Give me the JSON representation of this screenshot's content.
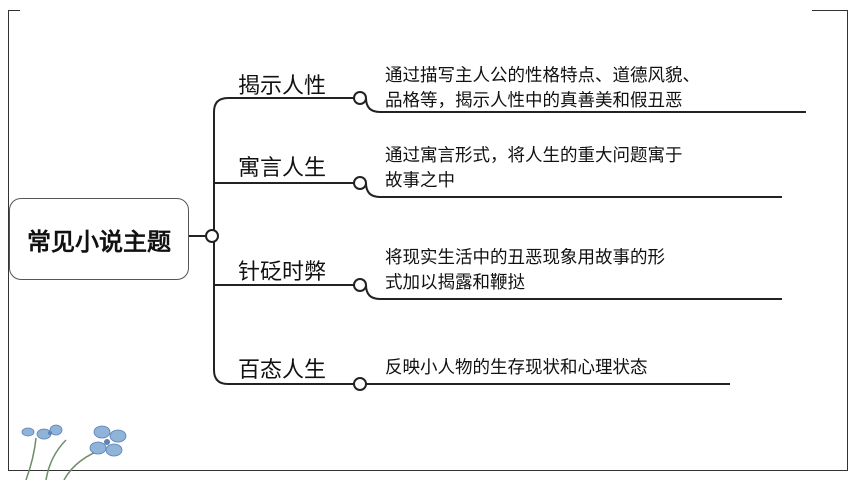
{
  "root": {
    "label": "常见小说主题"
  },
  "branches": [
    {
      "label": "揭示人性",
      "lines": [
        "通过描写主人公的性格特点、道德风貌、",
        "品格等，揭示人性中的真善美和假丑恶"
      ]
    },
    {
      "label": "寓言人生",
      "lines": [
        "通过寓言形式，将人生的重大问题寓于",
        "故事之中"
      ]
    },
    {
      "label": "针砭时弊",
      "lines": [
        "将现实生活中的丑恶现象用故事的形",
        "式加以揭露和鞭挞"
      ]
    },
    {
      "label": "百态人生",
      "lines": [
        "反映小人物的生存现状和心理状态"
      ]
    }
  ],
  "decoration": {
    "flower_icon": "blue-flower-icon",
    "colors": {
      "petal": "#8fb3d9",
      "petal_center": "#5d82b3",
      "leaf": "#6e8c6a"
    }
  }
}
